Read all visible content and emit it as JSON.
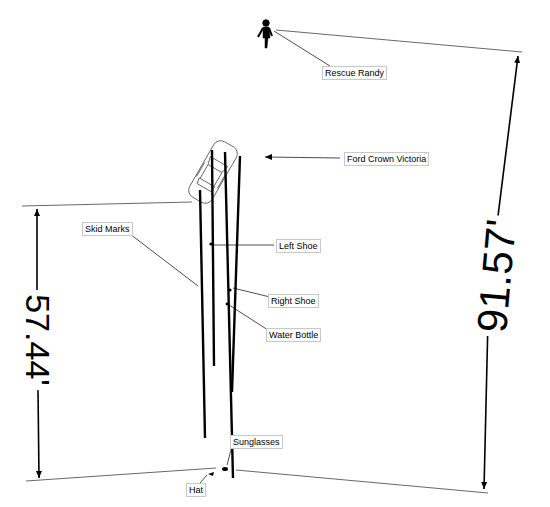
{
  "diagram": {
    "labels": [
      "Rescue Randy",
      "Ford Crown Victoria",
      "Skid Marks",
      "Left Shoe",
      "57.44'",
      "91.57'",
      "Right Shoe",
      "Water Bottle",
      "Sunglasses",
      "Hat"
    ]
  }
}
